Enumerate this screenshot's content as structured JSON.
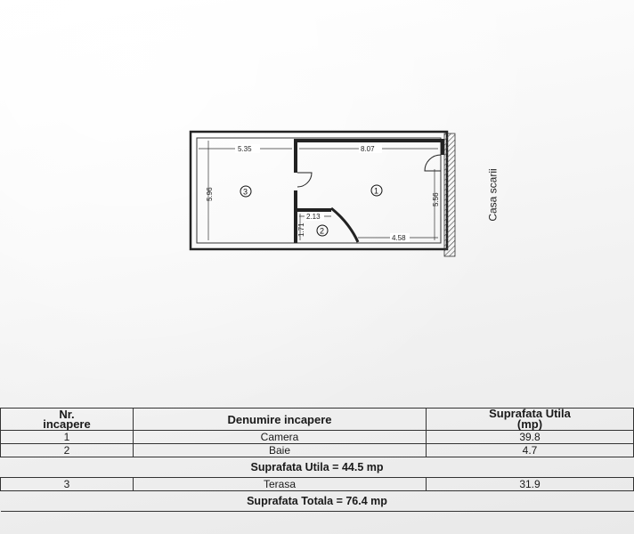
{
  "floor_plan": {
    "dimensions": {
      "d_535": "5.35",
      "d_807": "8.07",
      "d_596": "5.96",
      "d_556": "5.56",
      "d_213": "2.13",
      "d_171": "1.71",
      "d_458": "4.58"
    },
    "room_numbers": {
      "r1": "1",
      "r2": "2",
      "r3": "3"
    },
    "stair_label": "Casa scarii"
  },
  "table": {
    "headers": {
      "nr": "Nr.\nincapere",
      "name": "Denumire incapere",
      "area": "Suprafata Utila\n(mp)"
    },
    "rows": [
      {
        "nr": "1",
        "name": "Camera",
        "area": "39.8"
      },
      {
        "nr": "2",
        "name": "Baie",
        "area": "4.7"
      }
    ],
    "subtotal": "Suprafata Utila = 44.5 mp",
    "terrace": {
      "nr": "3",
      "name": "Terasa",
      "area": "31.9"
    },
    "total": "Suprafata Totala = 76.4 mp"
  }
}
